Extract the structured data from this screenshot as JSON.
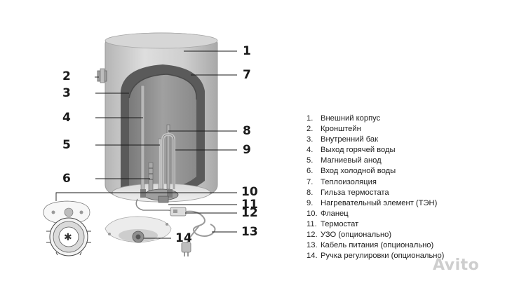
{
  "callouts": {
    "c1": "1",
    "c2": "2",
    "c3": "3",
    "c4": "4",
    "c5": "5",
    "c6": "6",
    "c7": "7",
    "c8": "8",
    "c9": "9",
    "c10": "10",
    "c11": "11",
    "c12": "12",
    "c13": "13",
    "c14": "14"
  },
  "legend": [
    {
      "num": "1.",
      "text": "Внешний корпус"
    },
    {
      "num": "2.",
      "text": "Кронштейн"
    },
    {
      "num": "3.",
      "text": "Внутренний бак"
    },
    {
      "num": "4.",
      "text": "Выход горячей воды"
    },
    {
      "num": "5.",
      "text": "Магниевый анод"
    },
    {
      "num": "6.",
      "text": "Вход холодной воды"
    },
    {
      "num": "7.",
      "text": "Теплоизоляция"
    },
    {
      "num": "8.",
      "text": "Гильза термостата"
    },
    {
      "num": "9.",
      "text": "Нагревательный элемент (ТЭН)"
    },
    {
      "num": "10.",
      "text": "Фланец"
    },
    {
      "num": "11.",
      "text": "Термостат"
    },
    {
      "num": "12.",
      "text": "УЗО (опционально)"
    },
    {
      "num": "13.",
      "text": "Кабель питания (опционально)"
    },
    {
      "num": "14.",
      "text": "Ручка регулировки (опционально)"
    }
  ],
  "watermark": "Avito",
  "colors": {
    "shell": "#c9c9c9",
    "insulation": "#5e5e5e",
    "inner_tank": "#8c8c8c",
    "leader": "#1a1a1a"
  }
}
